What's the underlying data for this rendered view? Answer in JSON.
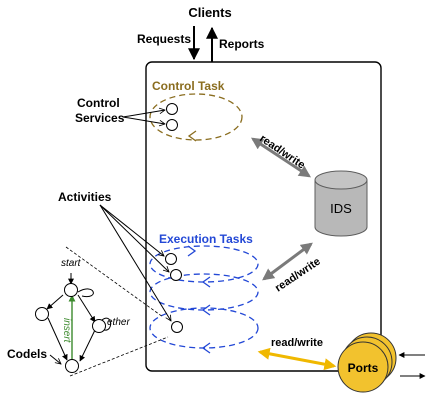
{
  "labels": {
    "clients": "Clients",
    "requests": "Requests",
    "reports": "Reports",
    "control_task": "Control Task",
    "control_services_1": "Control",
    "control_services_2": "Services",
    "read_write_ids_control": "read/write",
    "ids": "IDS",
    "activities": "Activities",
    "execution_tasks": "Execution Tasks",
    "read_write_ids_exec": "read/write",
    "start": "start",
    "ether": "ether",
    "insert": "insert",
    "codels": "Codels",
    "read_write_ports": "read/write",
    "ports": "Ports"
  },
  "colors": {
    "control": "#8a6d1f",
    "execution": "#2348d6",
    "ids_fill": "#b8b8b8",
    "ids_stroke": "#5e5e5e",
    "arrow_gray": "#7a7a7a",
    "ports_fill": "#f2c22e",
    "ports_stroke": "#333333",
    "ports_arrow": "#f0b800",
    "insert": "#3c8a2d",
    "black": "#000000"
  }
}
